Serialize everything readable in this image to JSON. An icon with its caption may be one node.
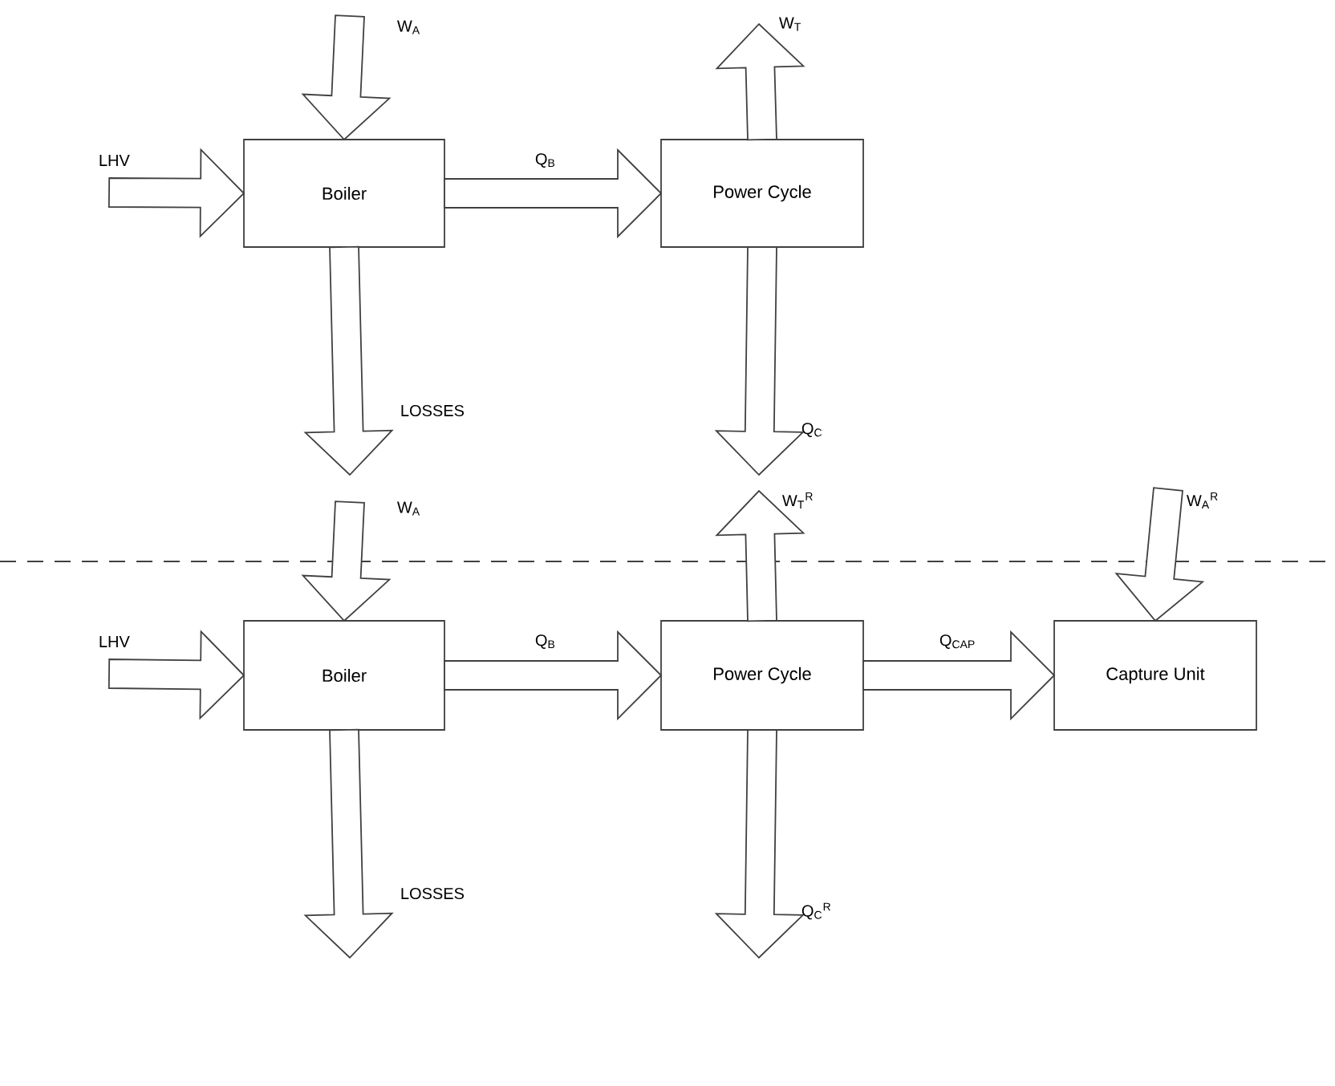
{
  "diagram": {
    "nodes": [
      {
        "text": [
          "Boiler"
        ]
      },
      {
        "text": [
          "Power Cycle"
        ]
      },
      {
        "text": [
          "Boiler"
        ]
      },
      {
        "text": [
          "Power Cycle"
        ]
      },
      {
        "text": [
          "Capture Unit"
        ]
      }
    ],
    "edges": [
      {
        "from": null,
        "to": 0,
        "arrow": "to",
        "label": "LHV"
      },
      {
        "from": null,
        "to": 0,
        "arrow": "to",
        "label": "W$_{A}$"
      },
      {
        "from": 0,
        "to": 1,
        "arrow": "to",
        "label": "Q$_{B}$"
      },
      {
        "from": 1,
        "to": null,
        "arrow": "to",
        "label": "W$_{T}$"
      },
      {
        "from": 0,
        "to": null,
        "arrow": "to",
        "label": "LOSSES"
      },
      {
        "from": 1,
        "to": null,
        "arrow": "to",
        "label": "Q$_{C}$"
      },
      {
        "from": null,
        "to": 2,
        "arrow": "to",
        "label": "LHV"
      },
      {
        "from": null,
        "to": 2,
        "arrow": "to",
        "label": "W$_{A}$"
      },
      {
        "from": 2,
        "to": 3,
        "arrow": "to",
        "label": "Q$_{B}$"
      },
      {
        "from": 3,
        "to": null,
        "arrow": "to",
        "label": "W$_{T}$$^{R}$"
      },
      {
        "from": 2,
        "to": null,
        "arrow": "to",
        "label": "LOSSES"
      },
      {
        "from": 3,
        "to": null,
        "arrow": "to",
        "label": "Q$_{C}$$^{R}$"
      },
      {
        "from": 3,
        "to": 4,
        "arrow": "to",
        "label": "Q$_{CAP}$"
      },
      {
        "from": null,
        "to": 4,
        "arrow": "to",
        "label": "W$_{A}$$^{R}$"
      }
    ]
  }
}
